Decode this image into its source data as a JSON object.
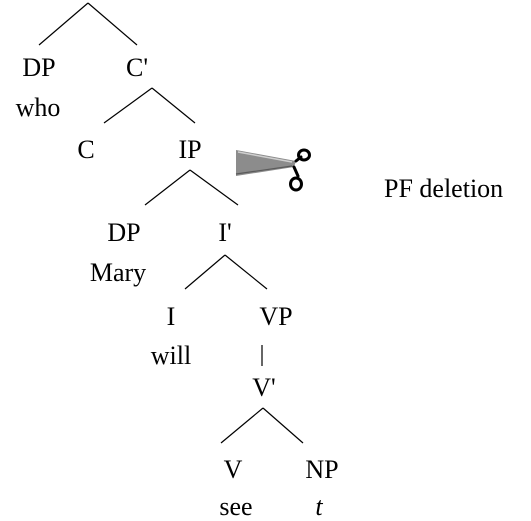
{
  "nodes": {
    "dp1": "DP",
    "who": "who",
    "cbar": "C'",
    "c": "C",
    "ip": "IP",
    "dp2": "DP",
    "mary": "Mary",
    "ibar": "I'",
    "i": "I",
    "will": "will",
    "vp": "VP",
    "vbar": "V'",
    "v": "V",
    "see": "see",
    "np": "NP",
    "trace": "t"
  },
  "annotation": {
    "label": "PF deletion",
    "icon": "scissors-icon"
  }
}
